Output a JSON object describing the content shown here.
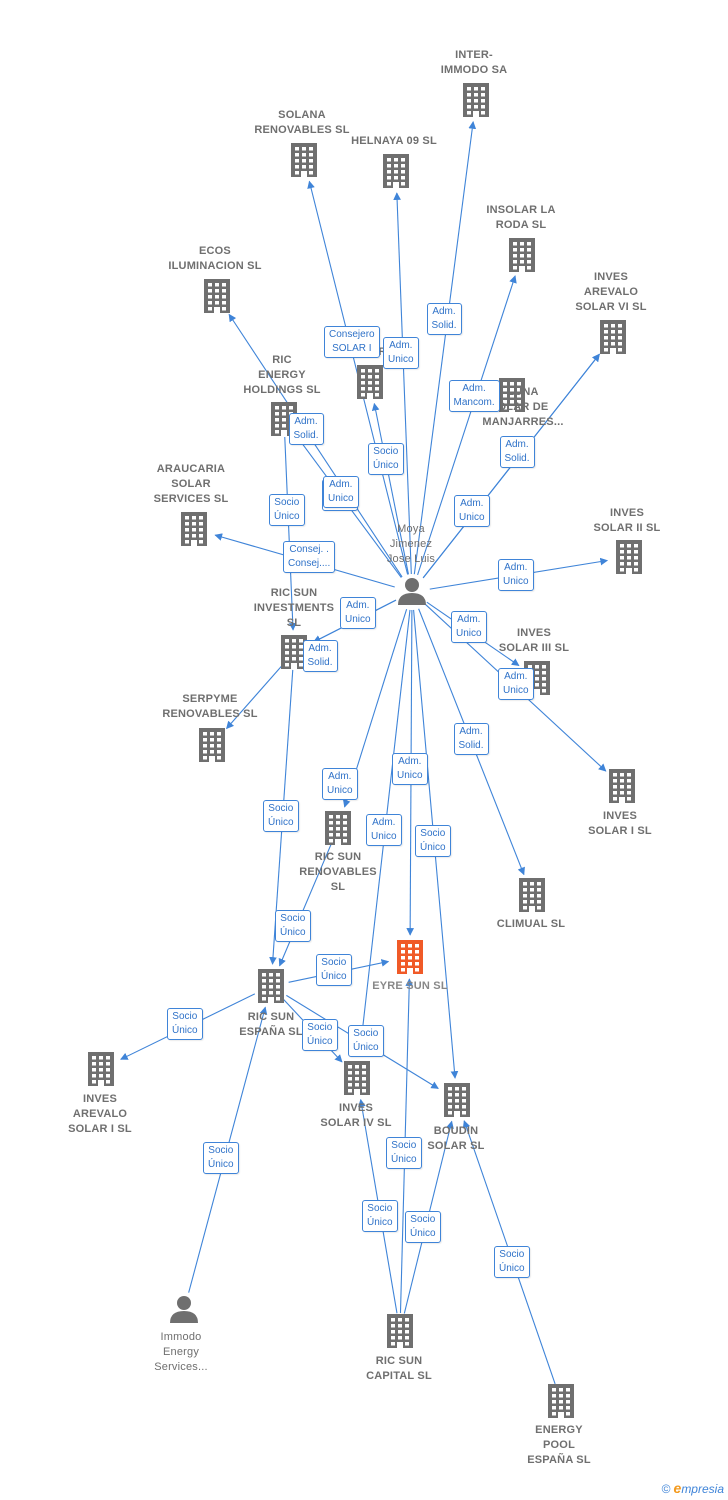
{
  "colors": {
    "edge": "#3f84d8",
    "node": "#6f6f6f",
    "focus": "#f05a28",
    "label_text": "#2f72c8"
  },
  "nodes": [
    {
      "id": "inter",
      "label": "INTER-\nIMMODO SA",
      "kind": "company"
    },
    {
      "id": "solana",
      "label": "SOLANA\nRENOVABLES SL",
      "kind": "company"
    },
    {
      "id": "helnaya",
      "label": "HELNAYA 09 SL",
      "kind": "company"
    },
    {
      "id": "insolar",
      "label": "INSOLAR LA\nRODA  SL",
      "kind": "company"
    },
    {
      "id": "ecos",
      "label": "ECOS\nILUMINACION SL",
      "kind": "company"
    },
    {
      "id": "invesvi",
      "label": "INVES\nAREVALO\nSOLAR VI SL",
      "kind": "company"
    },
    {
      "id": "solarx",
      "label": "SOLAR I",
      "kind": "company"
    },
    {
      "id": "ricenergy",
      "label": "RIC\nENERGY\nHOLDINGS  SL",
      "kind": "company"
    },
    {
      "id": "luna",
      "label": "LUNA\nOLAR DE\nMANJARRES...",
      "kind": "company"
    },
    {
      "id": "araucaria",
      "label": "ARAUCARIA\nSOLAR\nSERVICES SL",
      "kind": "company"
    },
    {
      "id": "invesii",
      "label": "INVES\nSOLAR II SL",
      "kind": "company"
    },
    {
      "id": "moya",
      "label": "Moya\nJimenez\nJose Luis",
      "kind": "person"
    },
    {
      "id": "ricinv",
      "label": "RIC SUN\nINVESTMENTS\nSL",
      "kind": "company"
    },
    {
      "id": "invesiii",
      "label": "INVES\nSOLAR III SL",
      "kind": "company"
    },
    {
      "id": "serpyme",
      "label": "SERPYME\nRENOVABLES SL",
      "kind": "company"
    },
    {
      "id": "invesi",
      "label": "INVES\nSOLAR I SL",
      "kind": "company"
    },
    {
      "id": "ricren",
      "label": "RIC SUN\nRENOVABLES\nSL",
      "kind": "company"
    },
    {
      "id": "climual",
      "label": "CLIMUAL SL",
      "kind": "company"
    },
    {
      "id": "eyre",
      "label": "EYRE SUN  SL",
      "kind": "focus"
    },
    {
      "id": "ricesp",
      "label": "RIC SUN\nESPAÑA  SL",
      "kind": "company"
    },
    {
      "id": "invesarev1",
      "label": "INVES\nAREVALO\nSOLAR I  SL",
      "kind": "company"
    },
    {
      "id": "invesiv",
      "label": "INVES\nSOLAR IV SL",
      "kind": "company"
    },
    {
      "id": "boudin",
      "label": "BOUDIN\nSOLAR SL",
      "kind": "company"
    },
    {
      "id": "immodo",
      "label": "Immodo\nEnergy\nServices...",
      "kind": "person"
    },
    {
      "id": "riccap",
      "label": "RIC SUN\nCAPITAL  SL",
      "kind": "company"
    },
    {
      "id": "energypool",
      "label": "ENERGY\nPOOL\nESPAÑA  SL",
      "kind": "company"
    }
  ],
  "edge_labels": [
    "Consejero\nSOLAR I",
    "Adm.\nUnico",
    "Adm.\nSolid.",
    "Adm.\nMancom.",
    "Adm.\nSolid.",
    "Adm.\nSolid.",
    "Socio\nÚnico",
    "Adm.\nUnico",
    "Adm.\nUnico",
    "Socio\nÚnico",
    "Consej. .\nConsej....",
    "Adm.\nUnico",
    "Adm.\nUnico",
    "Adm.\nSolid.",
    "Adm.\nUnico",
    "Adm.\nUnico",
    "Adm.\nSolid.",
    "Adm.\nUnico",
    "Adm.\nUnico",
    "Adm.\nUnico",
    "Adm.\nUnico",
    "Socio\nÚnico",
    "Socio\nÚnico",
    "Socio\nÚnico",
    "Socio\nÚnico",
    "Socio\nÚnico",
    "Socio\nÚnico",
    "Socio\nÚnico",
    "Socio\nÚnico",
    "Socio\nÚnico",
    "Socio\nÚnico",
    "Socio\nÚnico"
  ],
  "footer": {
    "copyright": "©",
    "brand_e": "e",
    "brand_rest": "mpresia"
  }
}
